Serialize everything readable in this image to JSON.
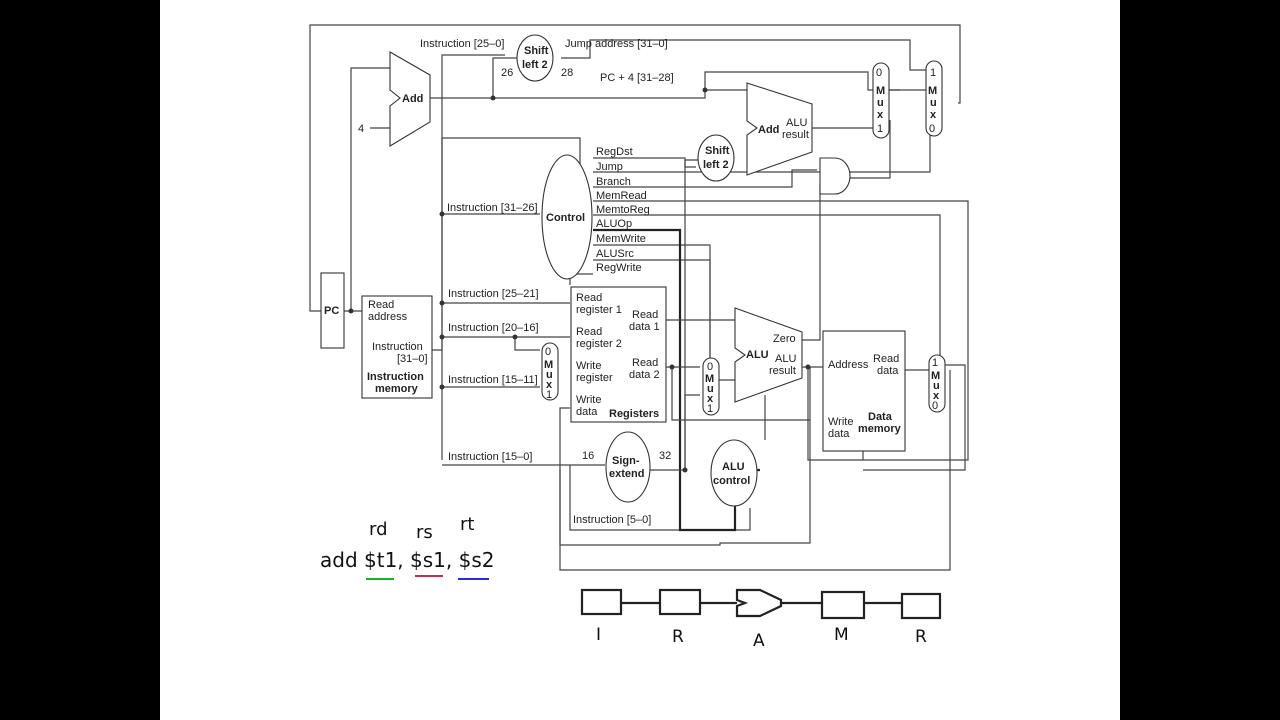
{
  "datapath": {
    "pc": "PC",
    "add_pc": "Add",
    "const_four": "4",
    "instruction_memory": {
      "read_address": [
        "Read",
        "address"
      ],
      "instruction": [
        "Instruction",
        "[31–0]"
      ],
      "title": [
        "Instruction",
        "memory"
      ]
    },
    "shift_left_jump": [
      "Shift",
      "left 2"
    ],
    "shift_left_branch": [
      "Shift",
      "left 2"
    ],
    "instr_25_0": "Instruction [25–0]",
    "jump_address": "Jump address [31–0]",
    "pc4_31_28": "PC + 4 [31–28]",
    "bits_26": "26",
    "bits_28": "28",
    "add_branch": "Add",
    "alu_result_branch": [
      "ALU",
      "result"
    ],
    "control": "Control",
    "control_signals": [
      "RegDst",
      "Jump",
      "Branch",
      "MemRead",
      "MemtoReg",
      "ALUOp",
      "MemWrite",
      "ALUSrc",
      "RegWrite"
    ],
    "instr_31_26": "Instruction [31–26]",
    "instr_25_21": "Instruction [25–21]",
    "instr_20_16": "Instruction [20–16]",
    "instr_15_11": "Instruction [15–11]",
    "instr_15_0": "Instruction [15–0]",
    "instr_5_0": "Instruction [5–0]",
    "registers": {
      "read_reg1": [
        "Read",
        "register 1"
      ],
      "read_reg2": [
        "Read",
        "register 2"
      ],
      "write_reg": [
        "Write",
        "register"
      ],
      "write_data": [
        "Write",
        "data"
      ],
      "read_data1": [
        "Read",
        "data 1"
      ],
      "read_data2": [
        "Read",
        "data 2"
      ],
      "title": "Registers"
    },
    "mux_letters": [
      "M",
      "u",
      "x"
    ],
    "alu": "ALU",
    "zero": "Zero",
    "alu_result": [
      "ALU",
      "result"
    ],
    "sign_extend": [
      "Sign-",
      "extend"
    ],
    "bits_16": "16",
    "bits_32": "32",
    "alu_control": [
      "ALU",
      "control"
    ],
    "data_memory": {
      "address": "Address",
      "read_data": [
        "Read",
        "data"
      ],
      "write_data": [
        "Write",
        "data"
      ],
      "title": [
        "Data",
        "memory"
      ]
    },
    "mux_inputs": {
      "zero": "0",
      "one": "1"
    }
  },
  "annotation": {
    "labels": [
      "rd",
      "rs",
      "rt"
    ],
    "instruction": "add $t1, $s1, $s2",
    "underline_colors": [
      "#22aa33",
      "#c0304a",
      "#2a2ad0"
    ]
  },
  "pipeline_sketch": {
    "stages": [
      "I",
      "R",
      "A",
      "M",
      "R"
    ]
  }
}
